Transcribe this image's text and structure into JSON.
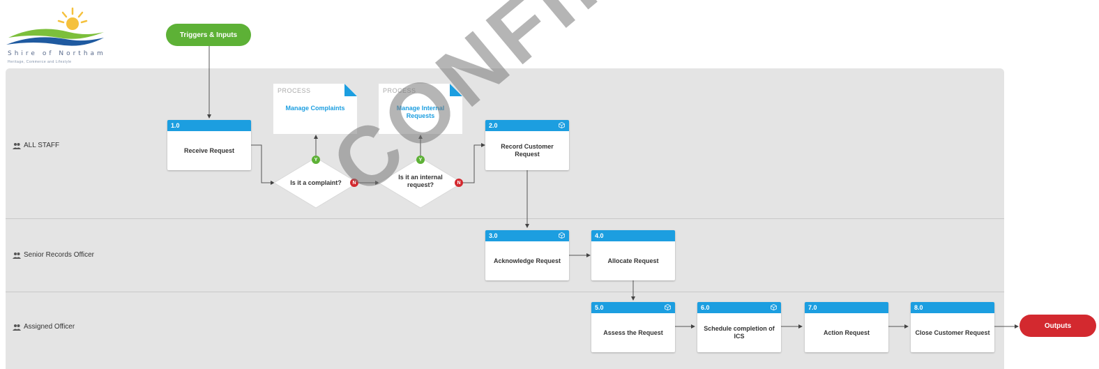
{
  "logo": {
    "name": "Shire of Northam",
    "tagline": "Heritage, Commerce and Lifestyle"
  },
  "start": {
    "label": "Triggers & Inputs",
    "color": "#5db136"
  },
  "end": {
    "label": "Outputs",
    "color": "#d3292f"
  },
  "lanes": [
    {
      "label": "ALL STAFF"
    },
    {
      "label": "Senior Records Officer"
    },
    {
      "label": "Assigned Officer"
    }
  ],
  "tasks": [
    {
      "id": "1.0",
      "label": "Receive Request"
    },
    {
      "id": "2.0",
      "label": "Record Customer Request"
    },
    {
      "id": "3.0",
      "label": "Acknowledge Request"
    },
    {
      "id": "4.0",
      "label": "Allocate Request"
    },
    {
      "id": "5.0",
      "label": "Assess the Request"
    },
    {
      "id": "6.0",
      "label": "Schedule completion of ICS"
    },
    {
      "id": "7.0",
      "label": "Action Request"
    },
    {
      "id": "8.0",
      "label": "Close Customer Request"
    }
  ],
  "processes": [
    {
      "kind": "PROCESS",
      "label": "Manage Complaints"
    },
    {
      "kind": "PROCESS",
      "label": "Manage Internal Requests"
    }
  ],
  "decisions": [
    {
      "label": "Is it a complaint?",
      "yes": "Y",
      "no": "N"
    },
    {
      "label": "Is it an internal request?",
      "yes": "Y",
      "no": "N"
    }
  ],
  "watermark": "CONFIRMED",
  "colors": {
    "task_header": "#1c9ee0",
    "pool": "#e4e4e4"
  }
}
